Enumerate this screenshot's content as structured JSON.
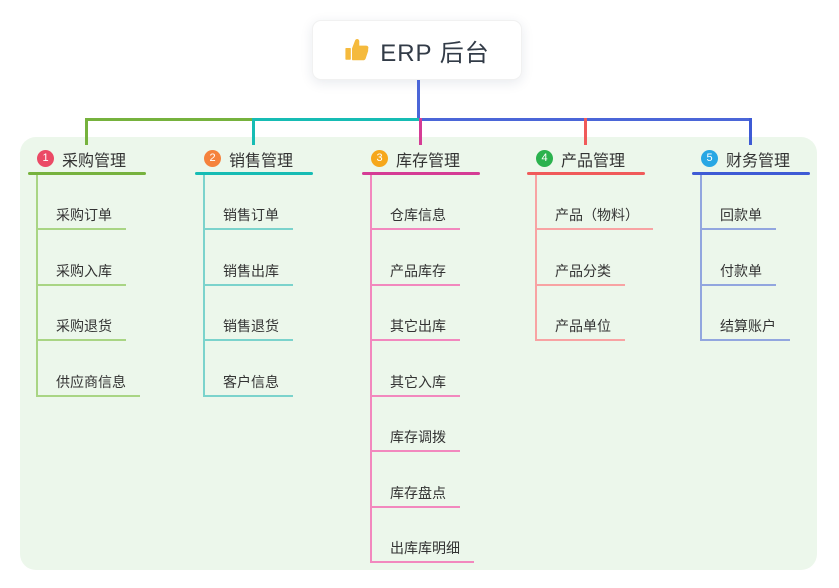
{
  "root": {
    "label": "ERP 后台",
    "icon": "thumbs-up"
  },
  "colors": {
    "canvas_bg": "#ffffff",
    "panel_bg": "#ECF7EB",
    "connector_blue": "#4B66D8",
    "text": "#333333",
    "root_text": "#323B47",
    "thumb_yellow": "#F5BA3D"
  },
  "branches": [
    {
      "number": "1",
      "label": "采购管理",
      "badge_color": "#EB4A66",
      "line_color": "#76B23D",
      "light_color": "#A9D584",
      "children": [
        "采购订单",
        "采购入库",
        "采购退货",
        "供应商信息"
      ]
    },
    {
      "number": "2",
      "label": "销售管理",
      "badge_color": "#F5823C",
      "line_color": "#16BCB4",
      "light_color": "#7BD3CC",
      "children": [
        "销售订单",
        "销售出库",
        "销售退货",
        "客户信息"
      ]
    },
    {
      "number": "3",
      "label": "库存管理",
      "badge_color": "#F6A71B",
      "line_color": "#D53C95",
      "light_color": "#F288BE",
      "children": [
        "仓库信息",
        "产品库存",
        "其它出库",
        "其它入库",
        "库存调拨",
        "库存盘点",
        "出库库明细"
      ]
    },
    {
      "number": "4",
      "label": "产品管理",
      "badge_color": "#2BB24E",
      "line_color": "#F05A5A",
      "light_color": "#F8A3A3",
      "children": [
        "产品（物料）",
        "产品分类",
        "产品单位"
      ]
    },
    {
      "number": "5",
      "label": "财务管理",
      "badge_color": "#29A7E4",
      "line_color": "#3E5BD5",
      "light_color": "#92A6DF",
      "children": [
        "回款单",
        "付款单",
        "结算账户"
      ]
    }
  ]
}
